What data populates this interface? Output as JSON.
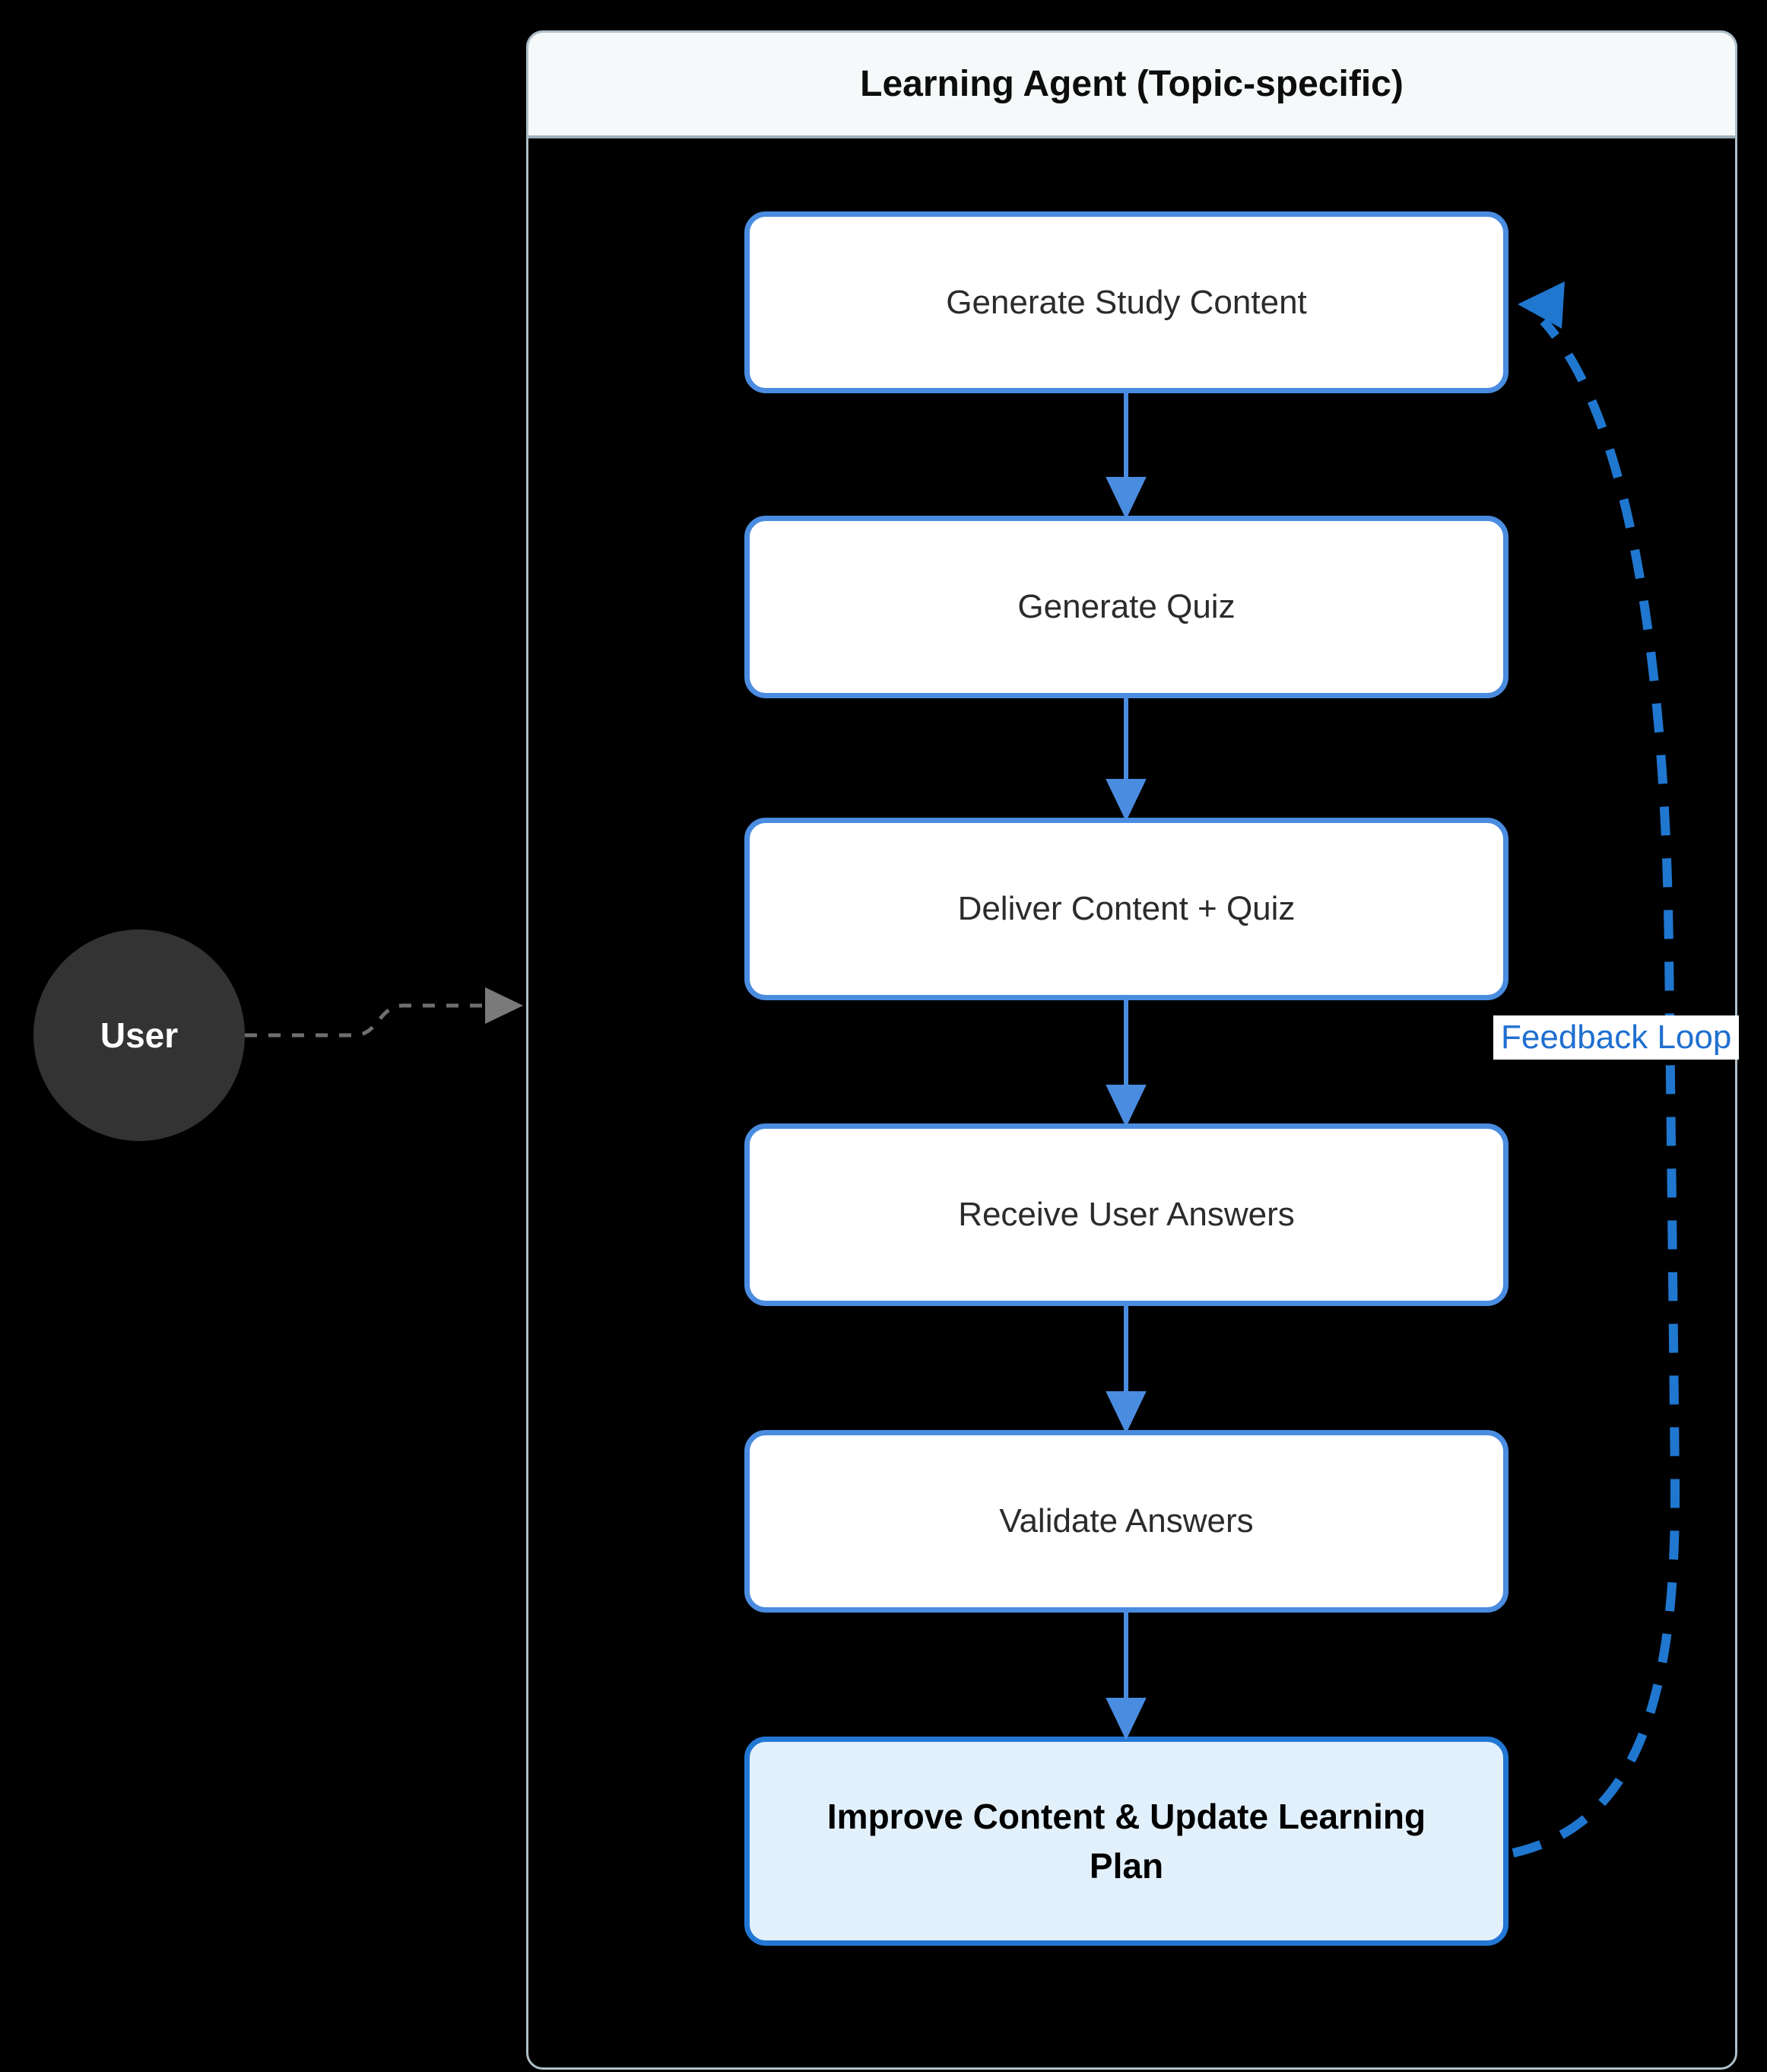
{
  "diagram": {
    "title": "Learning Agent (Topic-specific)",
    "actor": {
      "label": "User"
    },
    "nodes": [
      {
        "id": "generate-study-content",
        "label": "Generate Study Content",
        "highlighted": false
      },
      {
        "id": "generate-quiz",
        "label": "Generate Quiz",
        "highlighted": false
      },
      {
        "id": "deliver-content-quiz",
        "label": "Deliver Content + Quiz",
        "highlighted": false
      },
      {
        "id": "receive-user-answers",
        "label": "Receive User Answers",
        "highlighted": false
      },
      {
        "id": "validate-answers",
        "label": "Validate Answers",
        "highlighted": false
      },
      {
        "id": "improve-content-update-learning-plan",
        "label": "Improve Content & Update Learning Plan",
        "highlighted": true
      }
    ],
    "edges": [
      {
        "from": "Generate Study Content",
        "to": "Generate Quiz",
        "style": "solid"
      },
      {
        "from": "Generate Quiz",
        "to": "Deliver Content + Quiz",
        "style": "solid"
      },
      {
        "from": "Deliver Content + Quiz",
        "to": "Receive User Answers",
        "style": "solid"
      },
      {
        "from": "Receive User Answers",
        "to": "Validate Answers",
        "style": "solid"
      },
      {
        "from": "Validate Answers",
        "to": "Improve Content & Update Learning Plan",
        "style": "solid"
      },
      {
        "from": "Improve Content & Update Learning Plan",
        "to": "Generate Study Content",
        "style": "dashed",
        "label": "Feedback Loop"
      },
      {
        "from": "User",
        "to": "Learning Agent (Topic-specific)",
        "style": "dashed"
      }
    ],
    "colors": {
      "background": "#000000",
      "node_border": "#4a8ce0",
      "node_fill": "#ffffff",
      "highlight_node_fill": "#e2f0fc",
      "highlight_node_border": "#2277d4",
      "flow_arrow": "#4a8ce0",
      "feedback_arrow": "#1f77d0",
      "feedback_label_text": "#1f6fd0",
      "cluster_border": "#aebfc9",
      "cluster_header_fill": "#f6f9fa",
      "actor_fill": "#333333",
      "actor_text": "#ffffff",
      "user_arrow": "#6f6f6f"
    }
  }
}
